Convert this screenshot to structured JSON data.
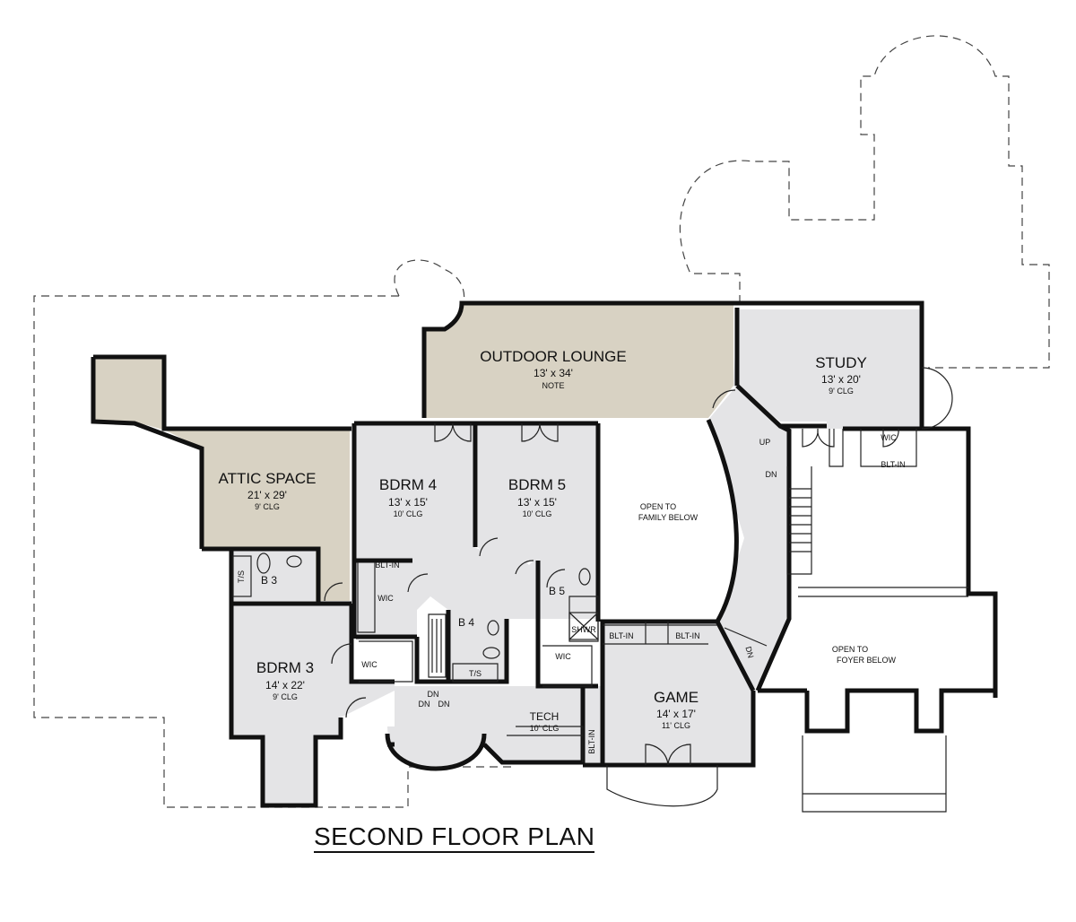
{
  "title": "SECOND FLOOR PLAN",
  "colors": {
    "room_fill": "#e4e4e6",
    "outdoor_fill": "#d8d2c3",
    "wall": "#111111",
    "open_fill": "#ffffff"
  },
  "rooms": {
    "outdoor_lounge": {
      "name": "OUTDOOR LOUNGE",
      "dims": "13' x 34'",
      "note": "NOTE"
    },
    "study": {
      "name": "STUDY",
      "dims": "13' x 20'",
      "ceiling": "9' CLG"
    },
    "attic": {
      "name": "ATTIC SPACE",
      "dims": "21' x 29'",
      "ceiling": "9' CLG"
    },
    "bdrm4": {
      "name": "BDRM 4",
      "dims": "13' x 15'",
      "ceiling": "10' CLG"
    },
    "bdrm5": {
      "name": "BDRM 5",
      "dims": "13' x 15'",
      "ceiling": "10' CLG"
    },
    "bdrm3": {
      "name": "BDRM 3",
      "dims": "14' x 22'",
      "ceiling": "9' CLG"
    },
    "game": {
      "name": "GAME",
      "dims": "14' x 17'",
      "ceiling": "11' CLG"
    },
    "tech": {
      "name": "TECH",
      "ceiling": "10' CLG"
    },
    "b3": {
      "name": "B 3"
    },
    "b4": {
      "name": "B 4"
    },
    "b5": {
      "name": "B 5"
    }
  },
  "open_areas": {
    "family": {
      "line1": "OPEN TO",
      "line2": "FAMILY BELOW"
    },
    "foyer": {
      "line1": "OPEN TO",
      "line2": "FOYER BELOW"
    }
  },
  "fixtures": {
    "wic": "WIC",
    "blt_in": "BLT-IN",
    "ts": "T/S",
    "shwr": "SHWR",
    "up": "UP",
    "dn": "DN"
  }
}
